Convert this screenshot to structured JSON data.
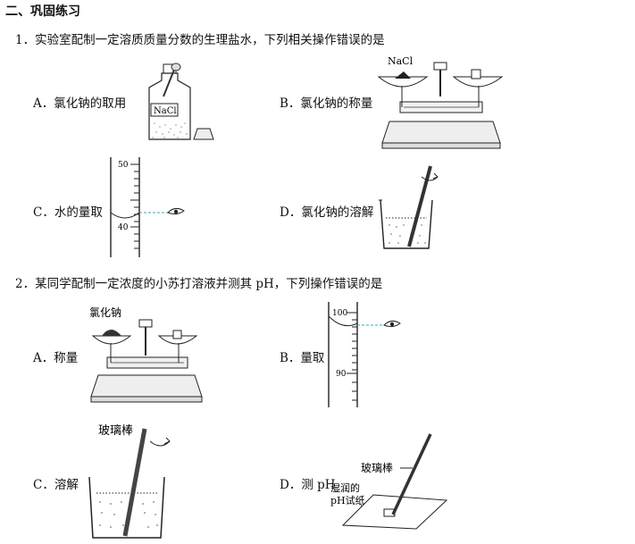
{
  "section_title": "二、巩固练习",
  "q1": {
    "stem": "1．实验室配制一定溶质质量分数的生理盐水，下列相关操作错误的是",
    "options": [
      {
        "letter": "A．",
        "text": "氯化钠的取用"
      },
      {
        "letter": "B．",
        "text": "氯化钠的称量"
      },
      {
        "letter": "C．",
        "text": "水的量取"
      },
      {
        "letter": "D．",
        "text": "氯化钠的溶解"
      }
    ],
    "figure_labels": {
      "bottle_label": "NaCl",
      "balance_label": "NaCl",
      "cylinder_top": "50",
      "cylinder_bottom": "40"
    }
  },
  "q2": {
    "stem": "2．某同学配制一定浓度的小苏打溶液并测其 pH，下列操作错误的是",
    "options": [
      {
        "letter": "A．",
        "text": "称量"
      },
      {
        "letter": "B．",
        "text": "量取"
      },
      {
        "letter": "C．",
        "text": "溶解"
      },
      {
        "letter": "D．",
        "text": "测 pH"
      }
    ],
    "figure_labels": {
      "balance_label": "氯化钠",
      "cylinder_top": "100",
      "cylinder_bottom": "90",
      "stir_rod": "玻璃棒",
      "ph_rod": "玻璃棒",
      "ph_paper_line1": "湿润的",
      "ph_paper_line2": "pH试纸"
    }
  }
}
